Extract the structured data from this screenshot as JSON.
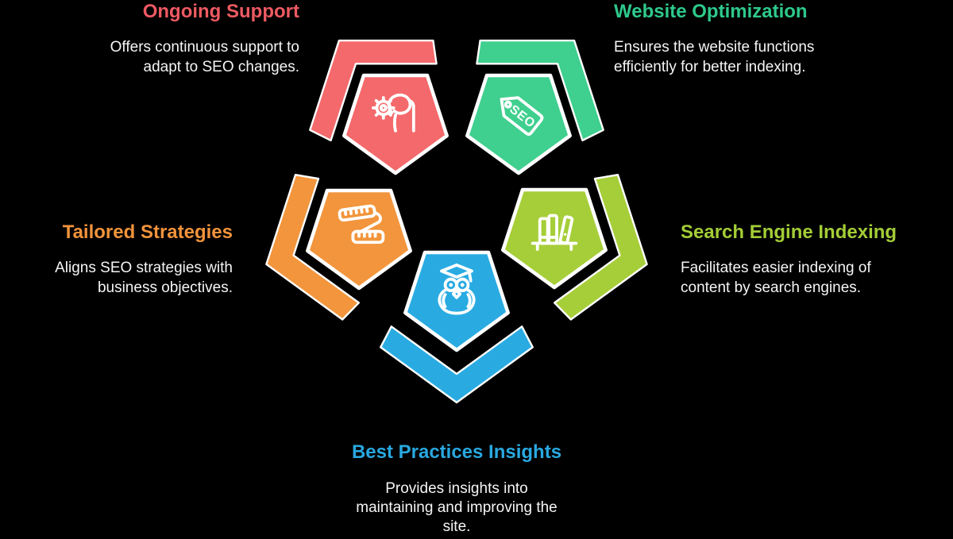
{
  "background_color": "#000000",
  "text_color": "#F5F5F5",
  "items": [
    {
      "id": "ongoing-support",
      "title": "Ongoing Support",
      "description": "Offers continuous support to adapt to SEO changes.",
      "color": "#F4696B",
      "title_color": "#ED5A62",
      "icon": "hand-holding-gear-icon"
    },
    {
      "id": "website-optimization",
      "title": "Website Optimization",
      "description": "Ensures the website functions efficiently for better indexing.",
      "color": "#3FCF8E",
      "title_color": "#2EC98B",
      "icon": "seo-tag-icon",
      "icon_text": "SEO"
    },
    {
      "id": "tailored-strategies",
      "title": "Tailored Strategies",
      "description": "Aligns SEO strategies with business objectives.",
      "color": "#F2953C",
      "title_color": "#F2933B",
      "icon": "measuring-tape-icon"
    },
    {
      "id": "search-engine-indexing",
      "title": "Search Engine Indexing",
      "description": "Facilitates easier indexing of content by search engines.",
      "color": "#A6CE39",
      "title_color": "#A3CD36",
      "icon": "bookshelf-icon"
    },
    {
      "id": "best-practices-insights",
      "title": "Best Practices Insights",
      "description": "Provides insights into maintaining and improving the site.",
      "color": "#29ABE2",
      "title_color": "#29A8E0",
      "icon": "graduate-owl-icon"
    }
  ]
}
